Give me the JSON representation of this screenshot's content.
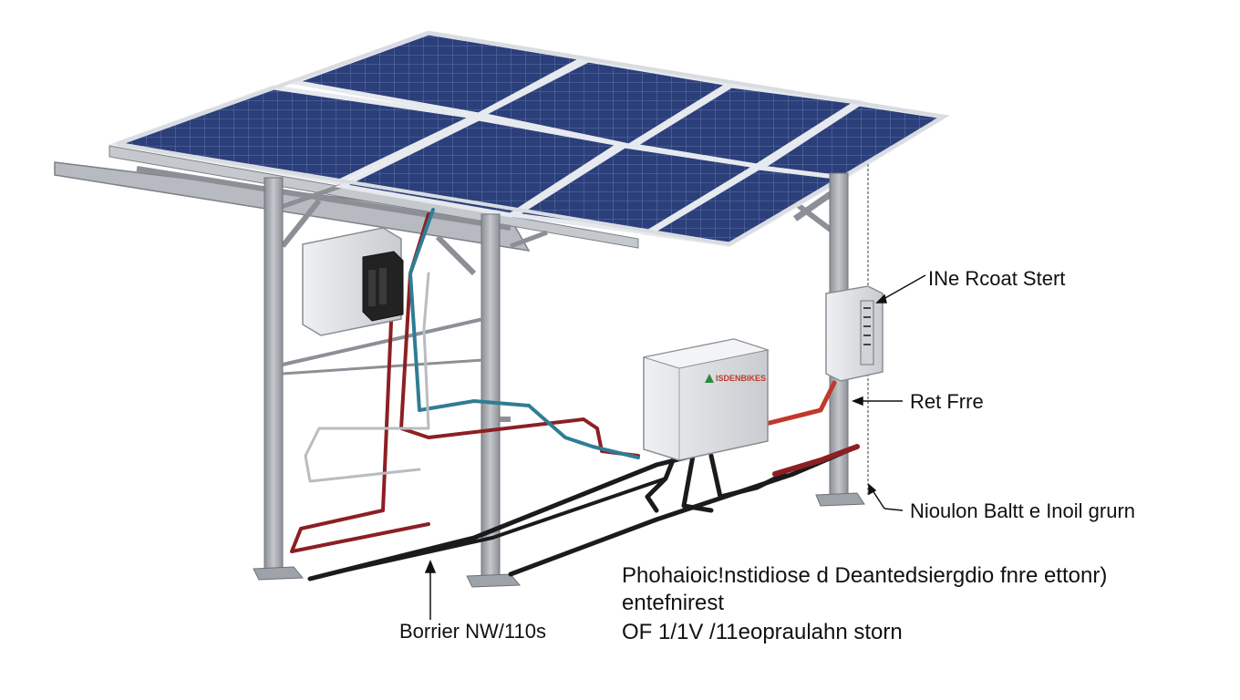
{
  "labels": {
    "top_right": "INe Rcoat Stert",
    "middle_right": "Ret Frre",
    "bottom_right": "Nioulon Baltt e Inoil grurn",
    "bottom_left": "Borrier NW/110s",
    "caption_line1": "Phohaioic!nstidiose d Deantedsiergdio fnre ettonr)",
    "caption_line2": "entefnirest",
    "caption_line3": "OF 1/1V /11eopraulahn storn"
  },
  "inverter": {
    "brand": "ISDENBIKES"
  },
  "colors": {
    "panel_fill": "#2b3f7a",
    "panel_grid": "#8fa0cc",
    "frame": "#e6e9ee",
    "steel": "#a9adb3",
    "wire_red": "#8c1f24",
    "wire_teal": "#2f7d94",
    "wire_black": "#1b1b1b"
  },
  "icons": [
    "solar-panel-icon",
    "junction-box-icon",
    "inverter-icon",
    "breaker-box-icon"
  ]
}
